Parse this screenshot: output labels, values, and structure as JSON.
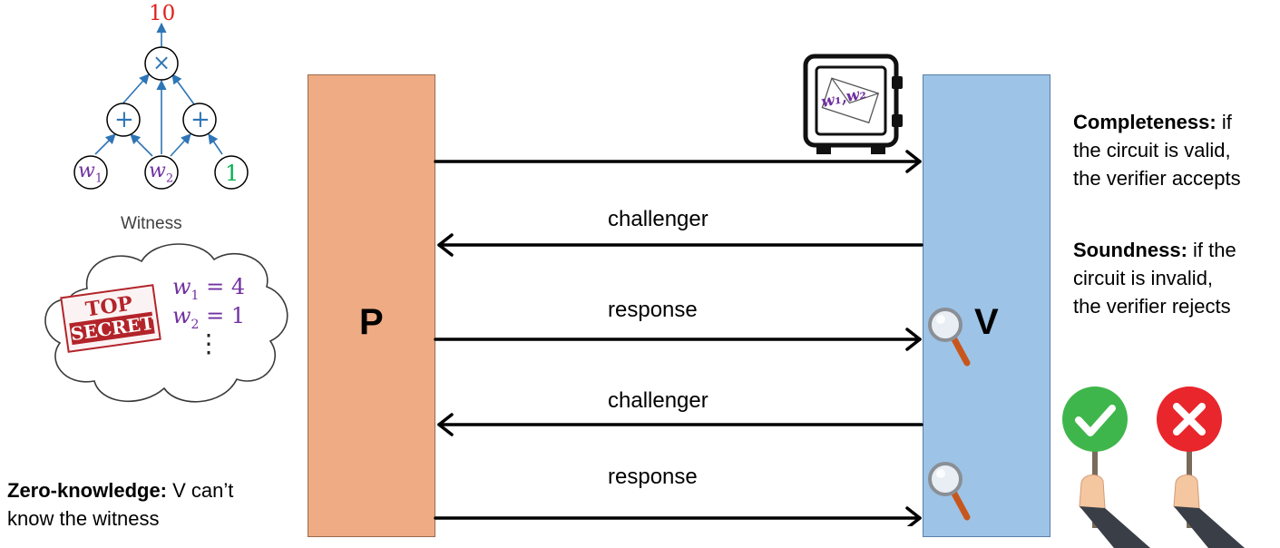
{
  "circuit": {
    "output_value": "10",
    "mul_symbol": "×",
    "add_symbol": "+",
    "inputs": {
      "w1": "w",
      "w1_sub": "1",
      "w2": "w",
      "w2_sub": "2",
      "const": "1"
    }
  },
  "witness": {
    "title": "Witness",
    "stamp_line1": "TOP",
    "stamp_line2": "SECRET",
    "eq1_var": "w",
    "eq1_sub": "1",
    "eq1_val": " = 4",
    "eq2_var": "w",
    "eq2_sub": "2",
    "eq2_val": " = 1",
    "ellipsis": "⋮"
  },
  "prover": {
    "label": "P"
  },
  "verifier": {
    "label": "V"
  },
  "safe": {
    "content": "w₁,w₂"
  },
  "messages": [
    {
      "label": "",
      "direction": "to-verifier"
    },
    {
      "label": "challenger",
      "direction": "to-prover"
    },
    {
      "label": "response",
      "direction": "to-verifier"
    },
    {
      "label": "challenger",
      "direction": "to-prover"
    },
    {
      "label": "response",
      "direction": "to-verifier"
    }
  ],
  "properties": {
    "completeness": {
      "title": "Completeness:",
      "line1": " if",
      "line2": "the circuit is valid,",
      "line3": "the verifier accepts"
    },
    "soundness": {
      "title": "Soundness:",
      "line1": " if the",
      "line2": "circuit is invalid,",
      "line3": "the verifier rejects"
    },
    "zero_knowledge": {
      "title": "Zero-knowledge:",
      "line1": " V can’t",
      "line2": "know the witness"
    }
  },
  "colors": {
    "prover_fill": "#eeab84",
    "verifier_fill": "#9dc3e6",
    "circuit_blue": "#2e75b6",
    "output_red": "#e0201a",
    "variable_purple": "#7030a0",
    "const_green": "#00b050",
    "accept_green": "#3fb64b",
    "reject_red": "#e8262c"
  },
  "icons": [
    "safe-icon",
    "magnifier-icon",
    "check-sign-icon",
    "cross-sign-icon",
    "cloud-icon",
    "top-secret-stamp"
  ]
}
